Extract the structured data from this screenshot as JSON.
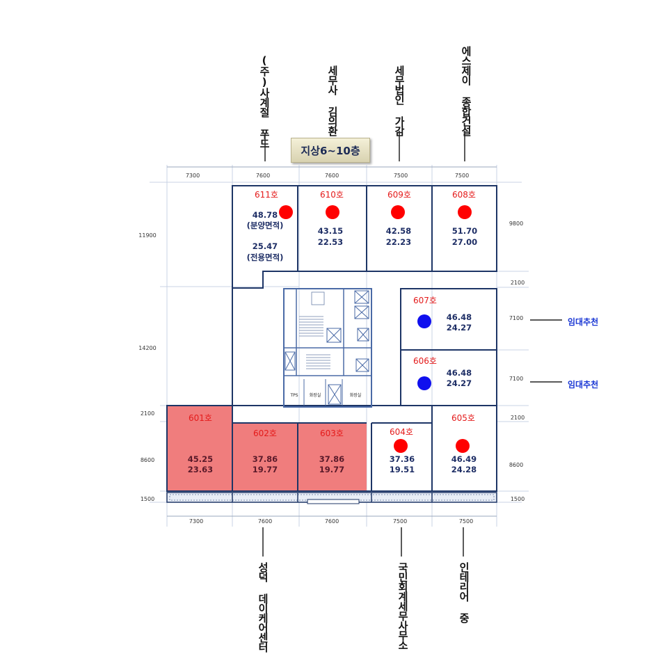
{
  "title": "지상6~10층",
  "dims": {
    "top": [
      "7300",
      "7600",
      "7600",
      "7500",
      "7500"
    ],
    "bottom": [
      "7300",
      "7600",
      "7600",
      "7500",
      "7500"
    ],
    "left": [
      "11900",
      "14200",
      "2100",
      "8600",
      "1500"
    ],
    "right": [
      "9800",
      "2100",
      "7100",
      "7100",
      "2100",
      "8600",
      "1500"
    ]
  },
  "units": [
    {
      "id": "611",
      "label": "611호",
      "area1": "48.78",
      "area1_note": "(분양면적)",
      "area2": "25.47",
      "area2_note": "(전용면적)",
      "dot": "red"
    },
    {
      "id": "610",
      "label": "610호",
      "area1": "43.15",
      "area2": "22.53",
      "dot": "red"
    },
    {
      "id": "609",
      "label": "609호",
      "area1": "42.58",
      "area2": "22.23",
      "dot": "red"
    },
    {
      "id": "608",
      "label": "608호",
      "area1": "51.70",
      "area2": "27.00",
      "dot": "red"
    },
    {
      "id": "607",
      "label": "607호",
      "area1": "46.48",
      "area2": "24.27",
      "dot": "blue"
    },
    {
      "id": "606",
      "label": "606호",
      "area1": "46.48",
      "area2": "24.27",
      "dot": "blue"
    },
    {
      "id": "601",
      "label": "601호",
      "area1": "45.25",
      "area2": "23.63",
      "dot": "none",
      "highlight": true
    },
    {
      "id": "602",
      "label": "602호",
      "area1": "37.86",
      "area2": "19.77",
      "dot": "none",
      "highlight": true
    },
    {
      "id": "603",
      "label": "603호",
      "area1": "37.86",
      "area2": "19.77",
      "dot": "none",
      "highlight": true
    },
    {
      "id": "604",
      "label": "604호",
      "area1": "37.36",
      "area2": "19.51",
      "dot": "red"
    },
    {
      "id": "605",
      "label": "605호",
      "area1": "46.49",
      "area2": "24.28",
      "dot": "red"
    }
  ],
  "tenants_top": [
    "(주)사계절 푸드",
    "세무사 김의환",
    "세무법인 가감",
    "에스제이 종합건설"
  ],
  "tenants_bottom": [
    "성덕 데이케어센터",
    "국민회계세무사무소",
    "인테리어 중"
  ],
  "lease_labels": [
    "임대추천",
    "임대추천"
  ],
  "core_labels": {
    "tps": "TPS",
    "restroom1": "화장실",
    "restroom2": "화장실"
  },
  "colors": {
    "unit_label": "#e41a1a",
    "area_text": "#1f2f66",
    "wall": "#1d3566",
    "highlight": "#f07d7d",
    "dot_red": "#ff0000",
    "dot_blue": "#1010ee",
    "lease_text": "#1a37d4"
  }
}
